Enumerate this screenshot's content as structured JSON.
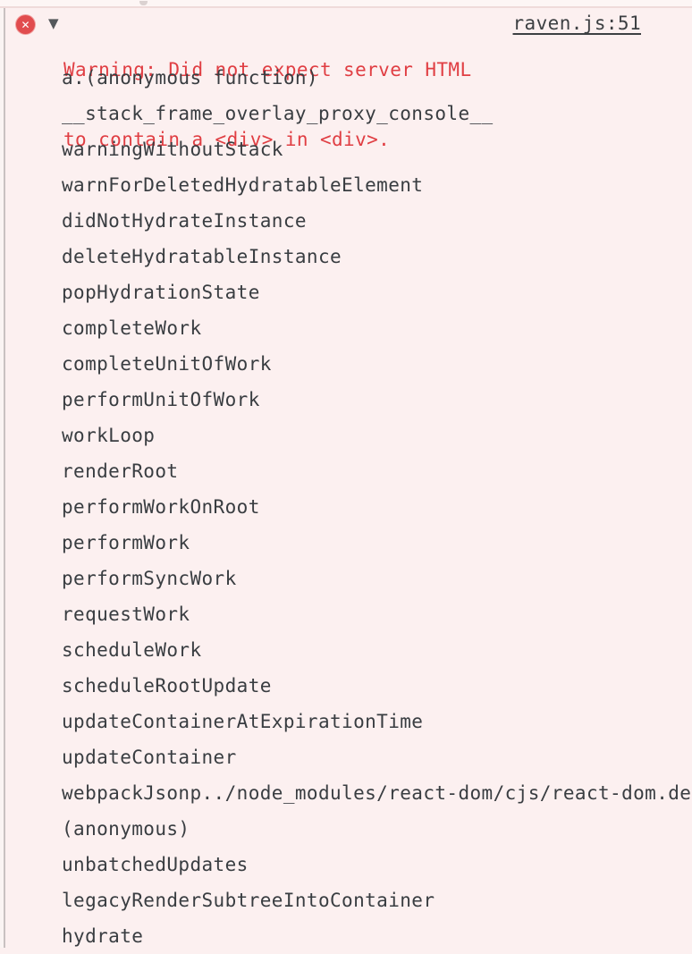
{
  "console": {
    "previous_row": {
      "note_label": ""
    },
    "error_entry": {
      "icon": "error-circle-x-icon",
      "icon_glyph": "✕",
      "disclosure_glyph": "▼",
      "message": "Warning: Did not expect server HTML to contain a <div> in <div>.",
      "message_lines": {
        "0": "Warning: Did not expect server HTML",
        "1": "to contain a <div> in <div>."
      },
      "source_link": "raven.js:51",
      "stack_frames": [
        "a.(anonymous function)",
        "__stack_frame_overlay_proxy_console__",
        "warningWithoutStack",
        "warnForDeletedHydratableElement",
        "didNotHydrateInstance",
        "deleteHydratableInstance",
        "popHydrationState",
        "completeWork",
        "completeUnitOfWork",
        "performUnitOfWork",
        "workLoop",
        "renderRoot",
        "performWorkOnRoot",
        "performWork",
        "performSyncWork",
        "requestWork",
        "scheduleWork",
        "scheduleRootUpdate",
        "updateContainerAtExpirationTime",
        "updateContainer",
        "webpackJsonp../node_modules/react-dom/cjs/react-dom.de",
        "(anonymous)",
        "unbatchedUpdates",
        "legacyRenderSubtreeIntoContainer",
        "hydrate"
      ]
    },
    "colors": {
      "error_background": "#fcf0f0",
      "error_text": "#e03e43",
      "stack_text": "#393d41",
      "link_text": "#3d4043",
      "icon_red": "#e14c4e",
      "divider_gray": "#c9c1c1",
      "row_border_pink": "#efdbda"
    }
  }
}
